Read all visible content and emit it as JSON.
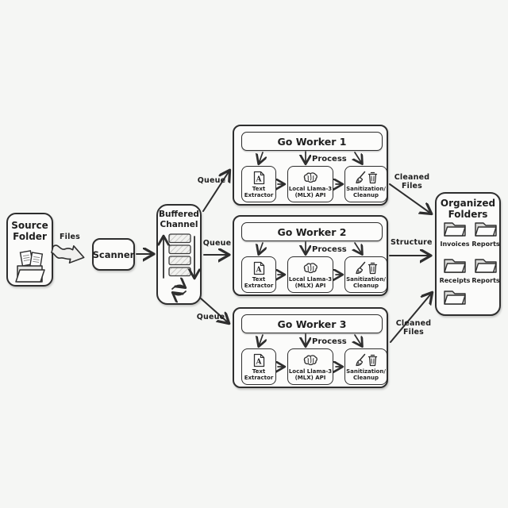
{
  "colors": {
    "background": "#f5f6f4",
    "ink": "#2e2e2e",
    "box_fill": "#fbfbfa",
    "hatch_fill": "#dcdcda"
  },
  "source_folder": {
    "title_line1": "Source",
    "title_line2": "Folder",
    "icon": "open-folder-with-documents-icon"
  },
  "flow": {
    "files_label": "Files",
    "scanner_label": "Scanner",
    "queue_label_top": "Queue",
    "queue_label_middle": "Queue",
    "queue_label_bottom": "Queue",
    "structure_label": "Structure",
    "cleaned_top_line1": "Cleaned",
    "cleaned_top_line2": "Files",
    "cleaned_bottom_line1": "Cleaned",
    "cleaned_bottom_line2": "Files"
  },
  "buffered_channel": {
    "title_line1": "Buffered",
    "title_line2": "Channel",
    "slot_count": 4,
    "icon": "loop-refresh-icon"
  },
  "workers": [
    {
      "title": "Go Worker 1",
      "process_label": "Process",
      "steps": [
        {
          "icon": "document-a-icon",
          "line1": "Text",
          "line2": "Extractor"
        },
        {
          "icon": "brain-icon",
          "line1": "Local Llama-3",
          "line2": "(MLX) API"
        },
        {
          "icon": "broom-and-trash-icons",
          "line1": "Sanitization/",
          "line2": "Cleanup"
        }
      ]
    },
    {
      "title": "Go Worker 2",
      "process_label": "Process",
      "steps": [
        {
          "icon": "document-a-icon",
          "line1": "Text",
          "line2": "Extractor"
        },
        {
          "icon": "brain-icon",
          "line1": "Local Llama-3",
          "line2": "(MLX) API"
        },
        {
          "icon": "broom-and-trash-icons",
          "line1": "Sanitization/",
          "line2": "Cleanup"
        }
      ]
    },
    {
      "title": "Go Worker 3",
      "process_label": "Process",
      "steps": [
        {
          "icon": "document-a-icon",
          "line1": "Text",
          "line2": "Extractor"
        },
        {
          "icon": "brain-icon",
          "line1": "Local Llama-3",
          "line2": "(MLX) API"
        },
        {
          "icon": "broom-and-trash-icons",
          "line1": "Sanitization/",
          "line2": "Cleanup"
        }
      ]
    }
  ],
  "organized_folders": {
    "title_line1": "Organized",
    "title_line2": "Folders",
    "folders": [
      {
        "label": "Invoices"
      },
      {
        "label": "Reports"
      },
      {
        "label": "Receipts"
      },
      {
        "label": "Reports"
      },
      {
        "label": ""
      }
    ]
  }
}
